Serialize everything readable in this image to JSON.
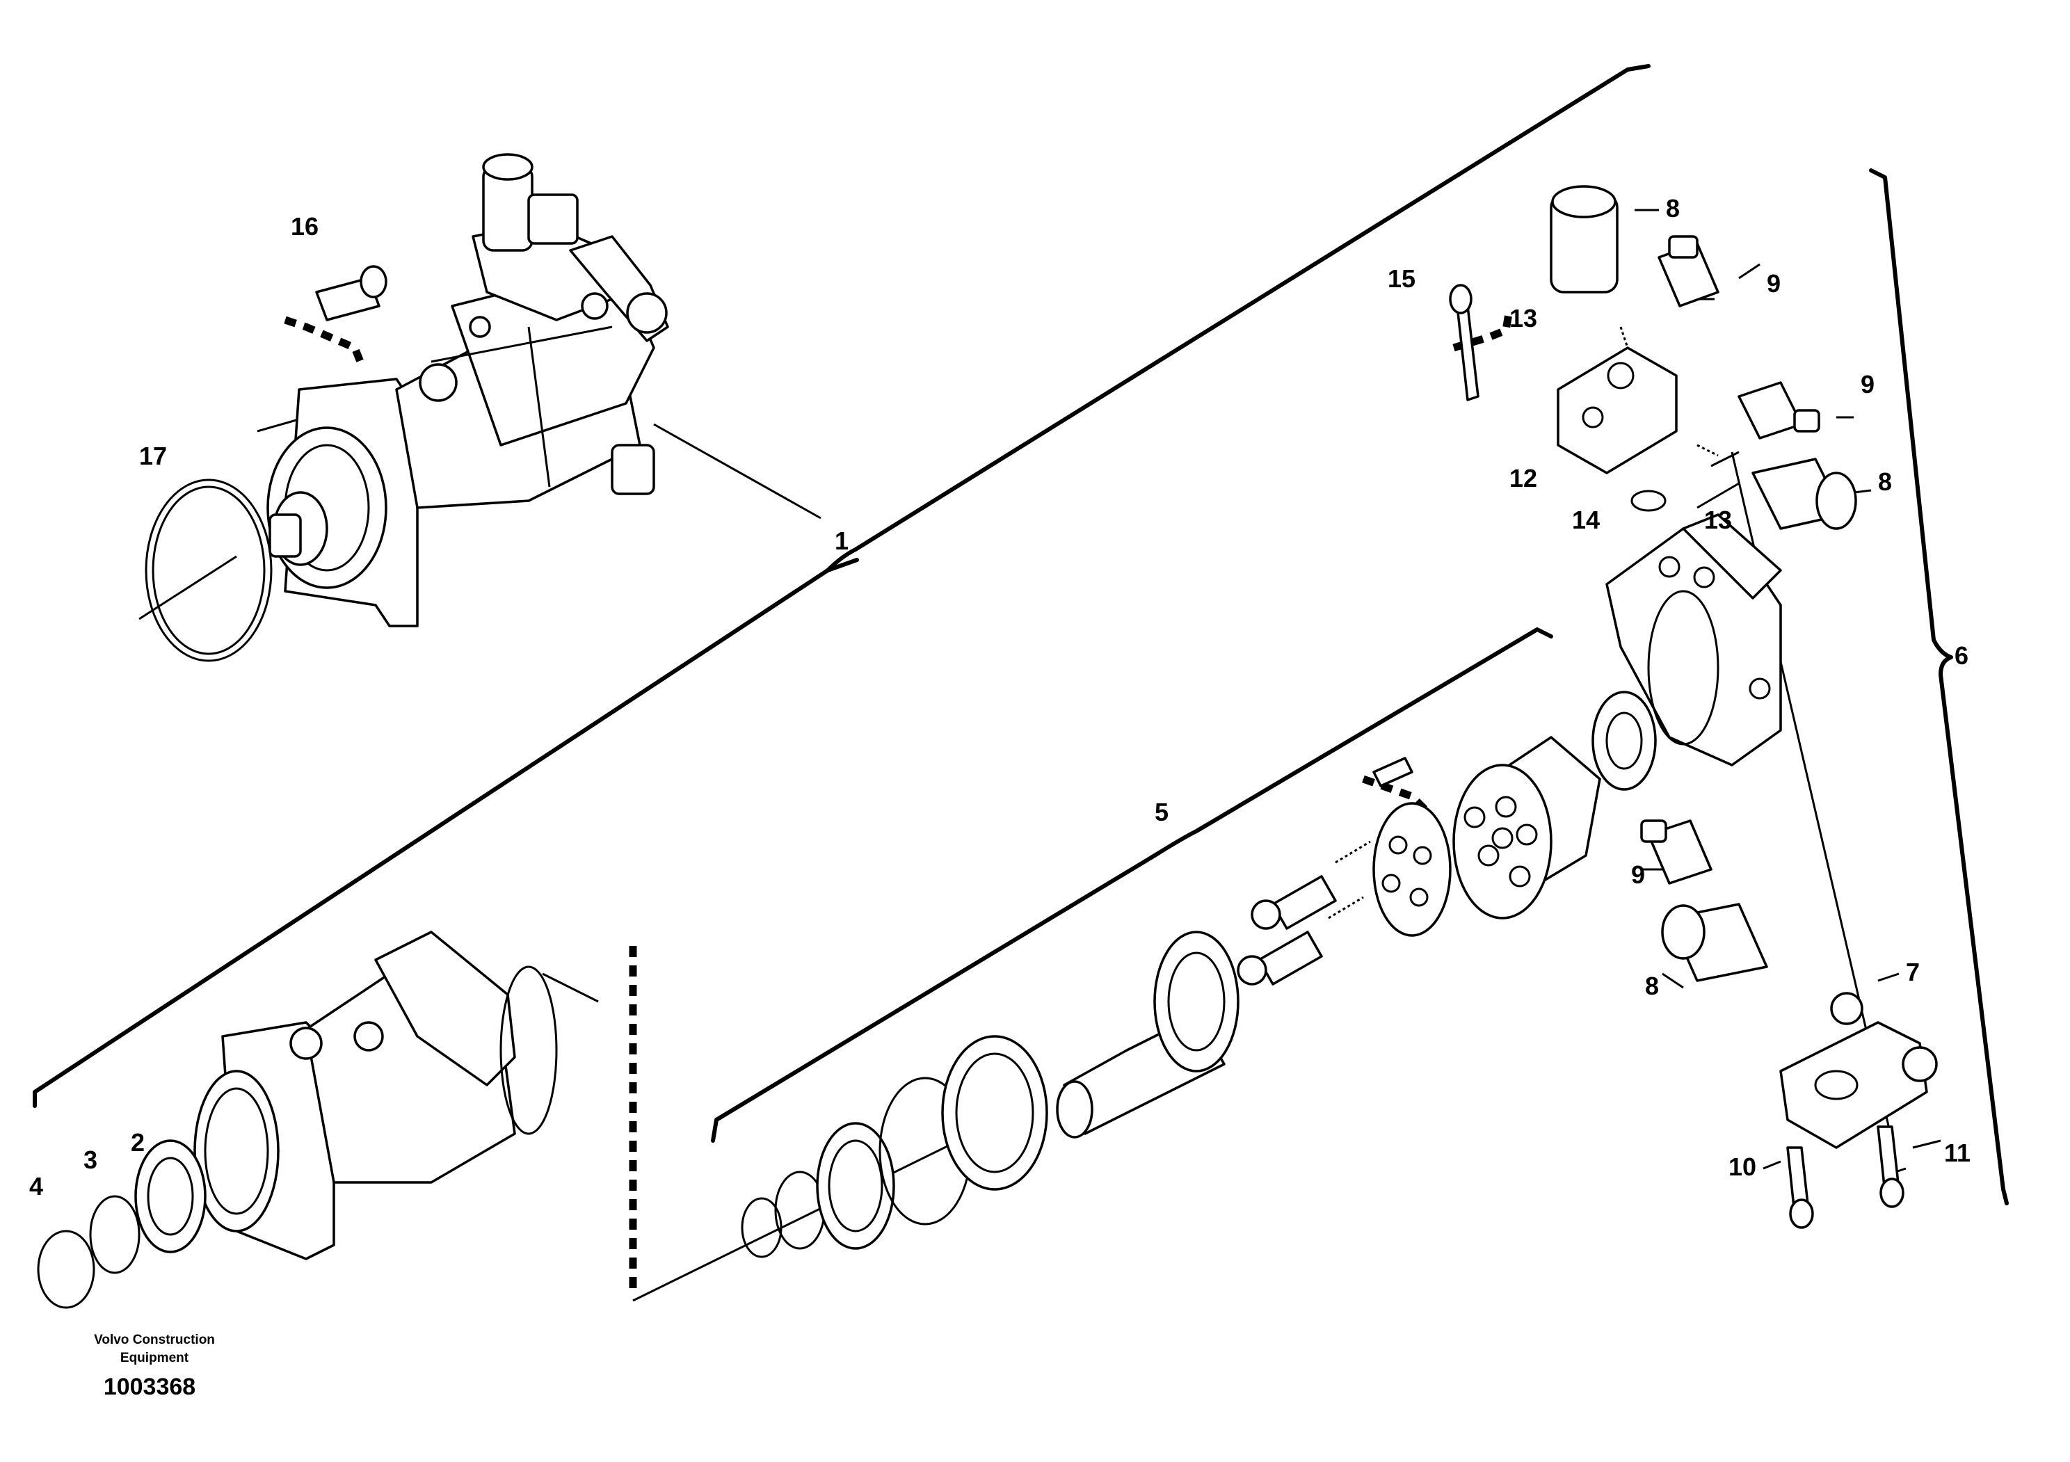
{
  "callouts": {
    "c1": "1",
    "c2": "2",
    "c3": "3",
    "c4": "4",
    "c5": "5",
    "c6": "6",
    "c7": "7",
    "c8a": "8",
    "c8b": "8",
    "c8c": "8",
    "c9a": "9",
    "c9b": "9",
    "c9c": "9",
    "c10": "10",
    "c11": "11",
    "c12": "12",
    "c13a": "13",
    "c13b": "13",
    "c14": "14",
    "c15": "15",
    "c16": "16",
    "c17": "17"
  },
  "footer": {
    "company_line1": "Volvo Construction",
    "company_line2": "Equipment",
    "drawing_number": "1003368"
  }
}
